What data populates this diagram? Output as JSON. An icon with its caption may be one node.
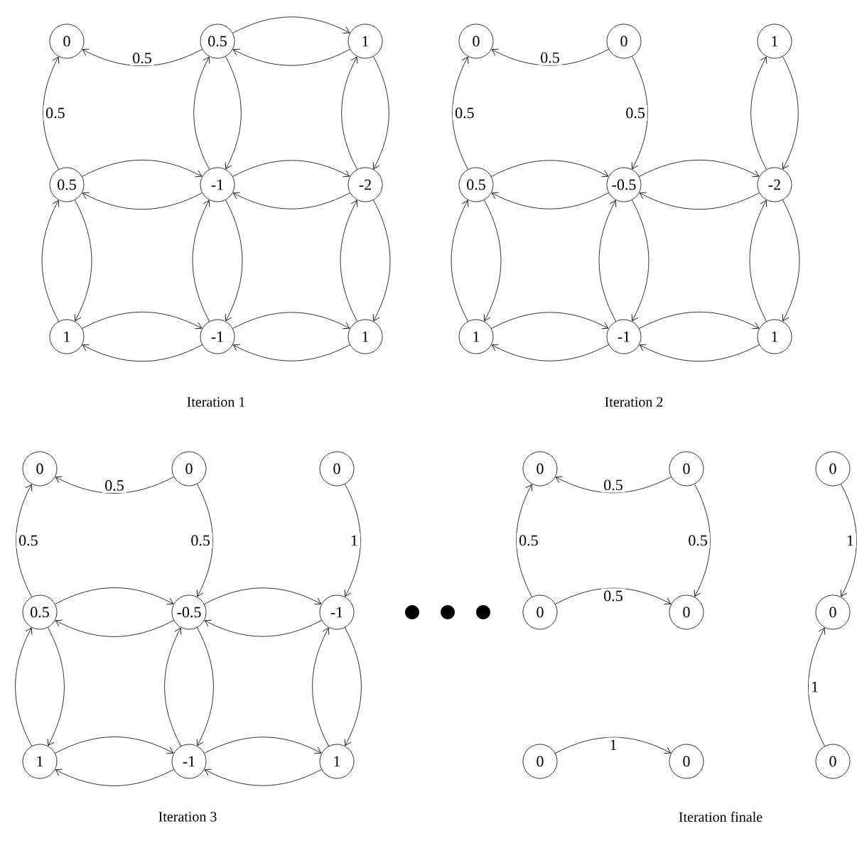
{
  "diagram": {
    "nodes": [
      {
        "text": [
          "0"
        ]
      },
      {
        "text": [
          "0.5"
        ]
      },
      {
        "text": [
          "1"
        ]
      },
      {
        "text": [
          "0.5"
        ]
      },
      {
        "text": [
          "-1"
        ]
      },
      {
        "text": [
          "-2"
        ]
      },
      {
        "text": [
          "1"
        ]
      },
      {
        "text": [
          "-1"
        ]
      },
      {
        "text": [
          "1"
        ]
      },
      {
        "text": [
          "0"
        ]
      },
      {
        "text": [
          "0"
        ]
      },
      {
        "text": [
          "1"
        ]
      },
      {
        "text": [
          "0.5"
        ]
      },
      {
        "text": [
          "-0.5"
        ]
      },
      {
        "text": [
          "-2"
        ]
      },
      {
        "text": [
          "1"
        ]
      },
      {
        "text": [
          "-1"
        ]
      },
      {
        "text": [
          "1"
        ]
      },
      {
        "text": [
          "0"
        ]
      },
      {
        "text": [
          "0"
        ]
      },
      {
        "text": [
          "0"
        ]
      },
      {
        "text": [
          "0.5"
        ]
      },
      {
        "text": [
          "-0.5"
        ]
      },
      {
        "text": [
          "-1"
        ]
      },
      {
        "text": [
          "1"
        ]
      },
      {
        "text": [
          "-1"
        ]
      },
      {
        "text": [
          "1"
        ]
      },
      {
        "text": [
          "0"
        ]
      },
      {
        "text": [
          "0"
        ]
      },
      {
        "text": [
          "0"
        ]
      },
      {
        "text": [
          "0"
        ]
      },
      {
        "text": [
          "0"
        ]
      },
      {
        "text": [
          "0"
        ]
      },
      {
        "text": [
          "0"
        ]
      },
      {
        "text": [
          "0"
        ]
      },
      {
        "text": [
          "0"
        ]
      }
    ],
    "edges": [
      {
        "from": 1,
        "to": 0,
        "arrow": "to",
        "label": "0.5"
      },
      {
        "from": 3,
        "to": 0,
        "arrow": "to",
        "label": "0.5"
      },
      {
        "from": 1,
        "to": 2,
        "arrow": "to"
      },
      {
        "from": 2,
        "to": 1,
        "arrow": "to"
      },
      {
        "from": 4,
        "to": 1,
        "arrow": "to"
      },
      {
        "from": 1,
        "to": 4,
        "arrow": "to"
      },
      {
        "from": 5,
        "to": 2,
        "arrow": "to"
      },
      {
        "from": 2,
        "to": 5,
        "arrow": "to"
      },
      {
        "from": 3,
        "to": 4,
        "arrow": "to"
      },
      {
        "from": 4,
        "to": 3,
        "arrow": "to"
      },
      {
        "from": 4,
        "to": 5,
        "arrow": "to"
      },
      {
        "from": 5,
        "to": 4,
        "arrow": "to"
      },
      {
        "from": 6,
        "to": 3,
        "arrow": "to"
      },
      {
        "from": 3,
        "to": 6,
        "arrow": "to"
      },
      {
        "from": 7,
        "to": 4,
        "arrow": "to"
      },
      {
        "from": 4,
        "to": 7,
        "arrow": "to"
      },
      {
        "from": 8,
        "to": 5,
        "arrow": "to"
      },
      {
        "from": 5,
        "to": 8,
        "arrow": "to"
      },
      {
        "from": 6,
        "to": 7,
        "arrow": "to"
      },
      {
        "from": 7,
        "to": 6,
        "arrow": "to"
      },
      {
        "from": 7,
        "to": 8,
        "arrow": "to"
      },
      {
        "from": 8,
        "to": 7,
        "arrow": "to"
      },
      {
        "from": 10,
        "to": 9,
        "arrow": "to",
        "label": "0.5"
      },
      {
        "from": 12,
        "to": 9,
        "arrow": "to",
        "label": "0.5"
      },
      {
        "from": 10,
        "to": 13,
        "arrow": "to",
        "label": "0.5"
      },
      {
        "from": 14,
        "to": 11,
        "arrow": "to"
      },
      {
        "from": 11,
        "to": 14,
        "arrow": "to"
      },
      {
        "from": 12,
        "to": 13,
        "arrow": "to"
      },
      {
        "from": 13,
        "to": 12,
        "arrow": "to"
      },
      {
        "from": 13,
        "to": 14,
        "arrow": "to"
      },
      {
        "from": 14,
        "to": 13,
        "arrow": "to"
      },
      {
        "from": 15,
        "to": 12,
        "arrow": "to"
      },
      {
        "from": 12,
        "to": 15,
        "arrow": "to"
      },
      {
        "from": 16,
        "to": 13,
        "arrow": "to"
      },
      {
        "from": 13,
        "to": 16,
        "arrow": "to"
      },
      {
        "from": 17,
        "to": 14,
        "arrow": "to"
      },
      {
        "from": 14,
        "to": 17,
        "arrow": "to"
      },
      {
        "from": 15,
        "to": 16,
        "arrow": "to"
      },
      {
        "from": 16,
        "to": 15,
        "arrow": "to"
      },
      {
        "from": 16,
        "to": 17,
        "arrow": "to"
      },
      {
        "from": 17,
        "to": 16,
        "arrow": "to"
      },
      {
        "from": 19,
        "to": 18,
        "arrow": "to",
        "label": "0.5"
      },
      {
        "from": 21,
        "to": 18,
        "arrow": "to",
        "label": "0.5"
      },
      {
        "from": 19,
        "to": 22,
        "arrow": "to",
        "label": "0.5"
      },
      {
        "from": 20,
        "to": 23,
        "arrow": "to",
        "label": "1"
      },
      {
        "from": 21,
        "to": 22,
        "arrow": "to"
      },
      {
        "from": 22,
        "to": 21,
        "arrow": "to"
      },
      {
        "from": 22,
        "to": 23,
        "arrow": "to"
      },
      {
        "from": 23,
        "to": 22,
        "arrow": "to"
      },
      {
        "from": 24,
        "to": 21,
        "arrow": "to"
      },
      {
        "from": 21,
        "to": 24,
        "arrow": "to"
      },
      {
        "from": 25,
        "to": 22,
        "arrow": "to"
      },
      {
        "from": 22,
        "to": 25,
        "arrow": "to"
      },
      {
        "from": 26,
        "to": 23,
        "arrow": "to"
      },
      {
        "from": 23,
        "to": 26,
        "arrow": "to"
      },
      {
        "from": 24,
        "to": 25,
        "arrow": "to"
      },
      {
        "from": 25,
        "to": 24,
        "arrow": "to"
      },
      {
        "from": 25,
        "to": 26,
        "arrow": "to"
      },
      {
        "from": 26,
        "to": 25,
        "arrow": "to"
      },
      {
        "from": 28,
        "to": 27,
        "arrow": "to",
        "label": "0.5"
      },
      {
        "from": 30,
        "to": 27,
        "arrow": "to",
        "label": "0.5"
      },
      {
        "from": 28,
        "to": 31,
        "arrow": "to",
        "label": "0.5"
      },
      {
        "from": 30,
        "to": 31,
        "arrow": "to",
        "label": "0.5"
      },
      {
        "from": 33,
        "to": 34,
        "arrow": "to",
        "label": "1"
      },
      {
        "from": 29,
        "to": 32,
        "arrow": "to",
        "label": "1"
      },
      {
        "from": 35,
        "to": 32,
        "arrow": "to",
        "label": "1"
      }
    ],
    "labels": [
      "Iteration 1",
      "Iteration 2",
      "Iteration 3",
      "Iteration finale"
    ]
  }
}
